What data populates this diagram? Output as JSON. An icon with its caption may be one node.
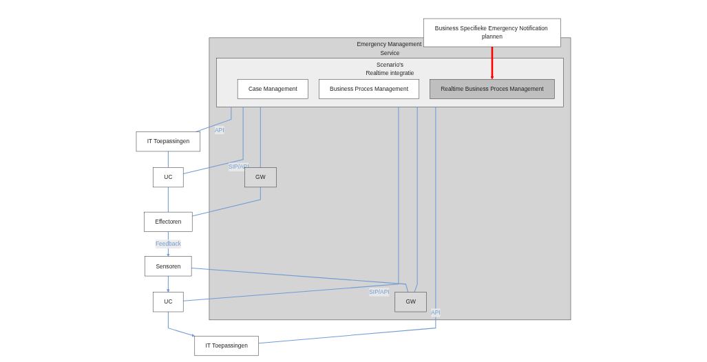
{
  "diagram": {
    "nodes": [
      {
        "text": [
          "Business Specifieke Emergency Notification plannen"
        ]
      },
      {
        "text": [
          "Emergency Management Service"
        ]
      },
      {
        "text": [
          "Scenario’s",
          "Realtime integratie"
        ],
        "in": 1
      },
      {
        "text": [
          "Case Management"
        ],
        "in": 2
      },
      {
        "text": [
          "Business Proces Management"
        ],
        "in": 2
      },
      {
        "text": [
          "Realtime Business Proces Management"
        ],
        "in": 2
      },
      {
        "text": [
          "GW"
        ],
        "in": 1
      },
      {
        "text": [
          "GW"
        ],
        "in": 1
      },
      {
        "text": [
          "IT Toepassingen"
        ]
      },
      {
        "text": [
          "UC"
        ]
      },
      {
        "text": [
          "Sensoren"
        ]
      },
      {
        "text": [
          "IT Toepassingen"
        ]
      },
      {
        "text": [
          "UC"
        ]
      },
      {
        "text": [
          "Effectoren"
        ]
      }
    ],
    "edges": [
      {
        "from": 0,
        "to": 5,
        "arrow": "to",
        "style": "thick",
        "color": "#ff0000"
      },
      {
        "from": 8,
        "to": 2,
        "arrow": "none",
        "label": "API"
      },
      {
        "from": 2,
        "to": 11,
        "arrow": "none",
        "label": "API"
      },
      {
        "from": 9,
        "to": 8,
        "arrow": "to"
      },
      {
        "from": 9,
        "to": 2,
        "arrow": "none",
        "label": "SIP/API"
      },
      {
        "from": 2,
        "to": 12,
        "arrow": "none",
        "label": "SIP/API"
      },
      {
        "from": 11,
        "to": 12,
        "arrow": "none"
      },
      {
        "from": 10,
        "to": 9,
        "arrow": "to"
      },
      {
        "from": 10,
        "to": 6,
        "arrow": "none"
      },
      {
        "from": 6,
        "to": 2,
        "arrow": "none"
      },
      {
        "from": 2,
        "to": 7,
        "arrow": "none"
      },
      {
        "from": 7,
        "to": 13,
        "arrow": "none"
      },
      {
        "from": 12,
        "to": 13,
        "arrow": "none"
      },
      {
        "from": 13,
        "to": 10,
        "arrow": "to",
        "label": "Feedback"
      }
    ]
  }
}
